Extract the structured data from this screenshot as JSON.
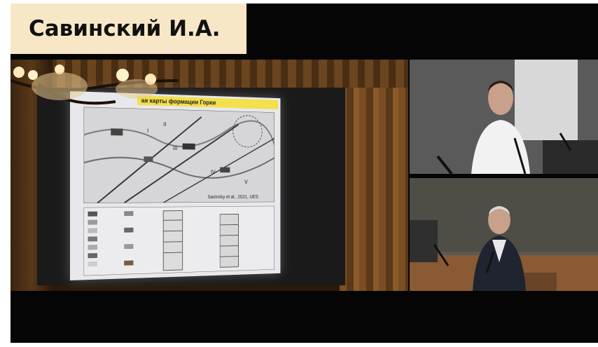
{
  "speaker": {
    "name": "Савинский И.А."
  },
  "slide": {
    "title": "ая карты формации Горки",
    "citation": "Savinsky et al., 2021, UES",
    "map_labels": [
      "I",
      "II",
      "III",
      "IV",
      "V"
    ]
  },
  "feeds": {
    "speaker_cam": "speaker-camera",
    "chair_cam": "chair-camera"
  }
}
